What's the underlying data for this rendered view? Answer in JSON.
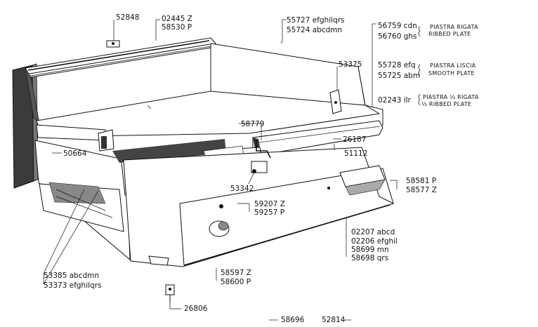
{
  "labels": {
    "p52848": "52848",
    "p02445": "02445 Z",
    "p58530": "58530 P",
    "p55727": "55727 efghilqrs",
    "p55724": "55724 abcdmn",
    "p56759": "56759 cdn",
    "p56760": "56760 ghs",
    "p55728": "55728 efq",
    "p55725": "55725 abm",
    "p02243": "02243 ilr",
    "p53375": "53375",
    "p58779": "58779",
    "p50664": "50664",
    "p26187": "26187",
    "p51112": "51112",
    "p53342": "53342",
    "p58581": "58581 P",
    "p58577": "58577 Z",
    "p59207": "59207 Z",
    "p59257": "59257 P",
    "p02207": "02207 abcd",
    "p02206": "02206 efghil",
    "p58699": "58699 mn",
    "p58698": "58698 qrs",
    "p53385": "53385 abcdmn",
    "p53373": "53373 efghilqrs",
    "p58597": "58597 Z",
    "p58600": "58600 P",
    "p26806": "26806",
    "p58696": "58696",
    "p52814": "52814"
  },
  "notes": {
    "ribbed_it": "PIASTRA RIGATA",
    "ribbed_en": "RIBBED PLATE",
    "smooth_it": "PIASTRA LISCIA",
    "smooth_en": "SMOOTH PLATE",
    "third_it": "PIASTRA ⅓ RIGATA",
    "third_en": "⅓ RIBBED PLATE"
  }
}
